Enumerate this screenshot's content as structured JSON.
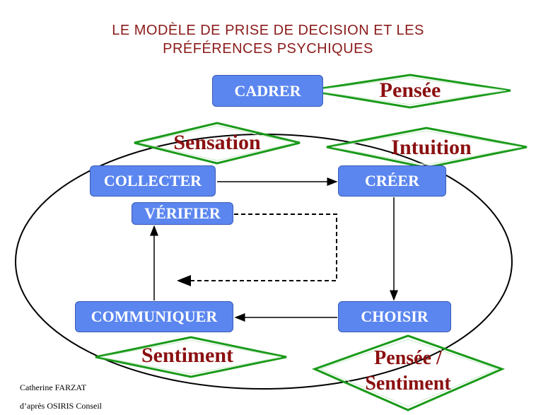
{
  "title": {
    "line1": "LE MODÈLE DE PRISE DE DECISION ET LES",
    "line2": "PRÉFÉRENCES PSYCHIQUES"
  },
  "steps": {
    "cadrer": "CADRER",
    "collecter": "COLLECTER",
    "creer": "CRÉER",
    "verifier": "VÉRIFIER",
    "communiquer": "COMMUNIQUER",
    "choisir": "CHOISIR"
  },
  "preferences": {
    "pensee": "Pensée",
    "sensation": "Sensation",
    "intuition": "Intuition",
    "sentiment": "Sentiment",
    "pensee_sentiment_1": "Pensée /",
    "pensee_sentiment_2": "Sentiment"
  },
  "footer": {
    "author": "Catherine FARZAT",
    "source": "d’après OSIRIS Conseil"
  },
  "colors": {
    "box": "#5b86ef",
    "diamond": "#1a9a1a",
    "label": "#8b1010"
  }
}
